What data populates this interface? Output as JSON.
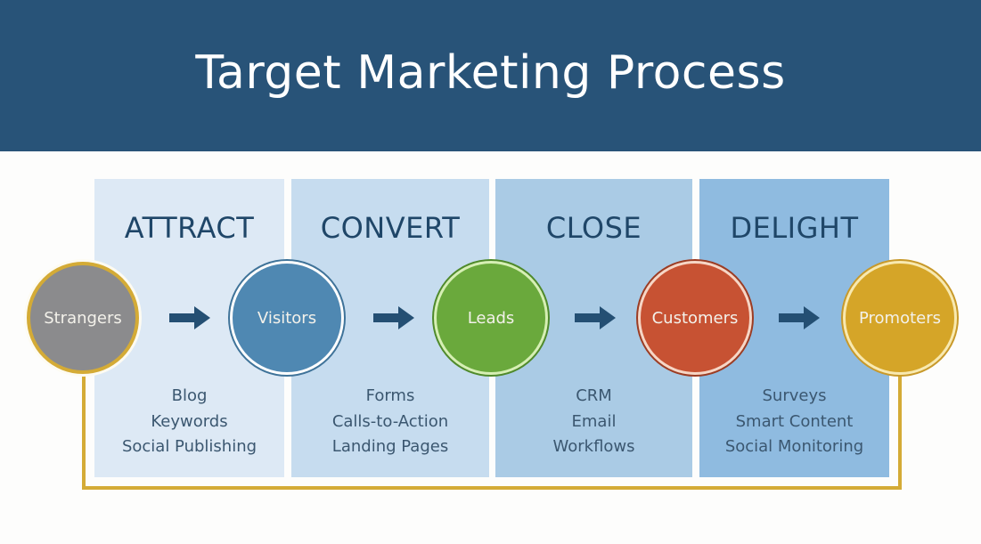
{
  "header": {
    "title": "Target Marketing Process",
    "background": "#285378"
  },
  "stages": [
    {
      "label": "ATTRACT",
      "color": "#dde9f5",
      "tools": [
        "Blog",
        "Keywords",
        "Social Publishing"
      ]
    },
    {
      "label": "CONVERT",
      "color": "#c6dcef",
      "tools": [
        "Forms",
        "Calls-to-Action",
        "Landing Pages"
      ]
    },
    {
      "label": "CLOSE",
      "color": "#aacbe5",
      "tools": [
        "CRM",
        "Email",
        "Workflows"
      ]
    },
    {
      "label": "DELIGHT",
      "color": "#8fbbe0",
      "tools": [
        "Surveys",
        "Smart Content",
        "Social Monitoring"
      ]
    }
  ],
  "nodes": [
    {
      "label": "Strangers",
      "fill": "#8b8b8d",
      "ring": "#d4ab36"
    },
    {
      "label": "Visitors",
      "fill": "#4f88b2",
      "ring": "#ffffff",
      "outer": "#3f7399"
    },
    {
      "label": "Leads",
      "fill": "#6aa93c",
      "ring": "#d6efb4",
      "outer": "#4f8a2b"
    },
    {
      "label": "Customers",
      "fill": "#c75233",
      "ring": "#f6d6c6",
      "outer": "#9c3c23"
    },
    {
      "label": "Promoters",
      "fill": "#d5a528",
      "ring": "#f8e9b0",
      "outer": "#c8992a"
    }
  ],
  "arrows": {
    "icon": "right-arrow-icon",
    "color": "#244f73",
    "count": 4
  },
  "loop": {
    "color": "#d4ab36"
  }
}
